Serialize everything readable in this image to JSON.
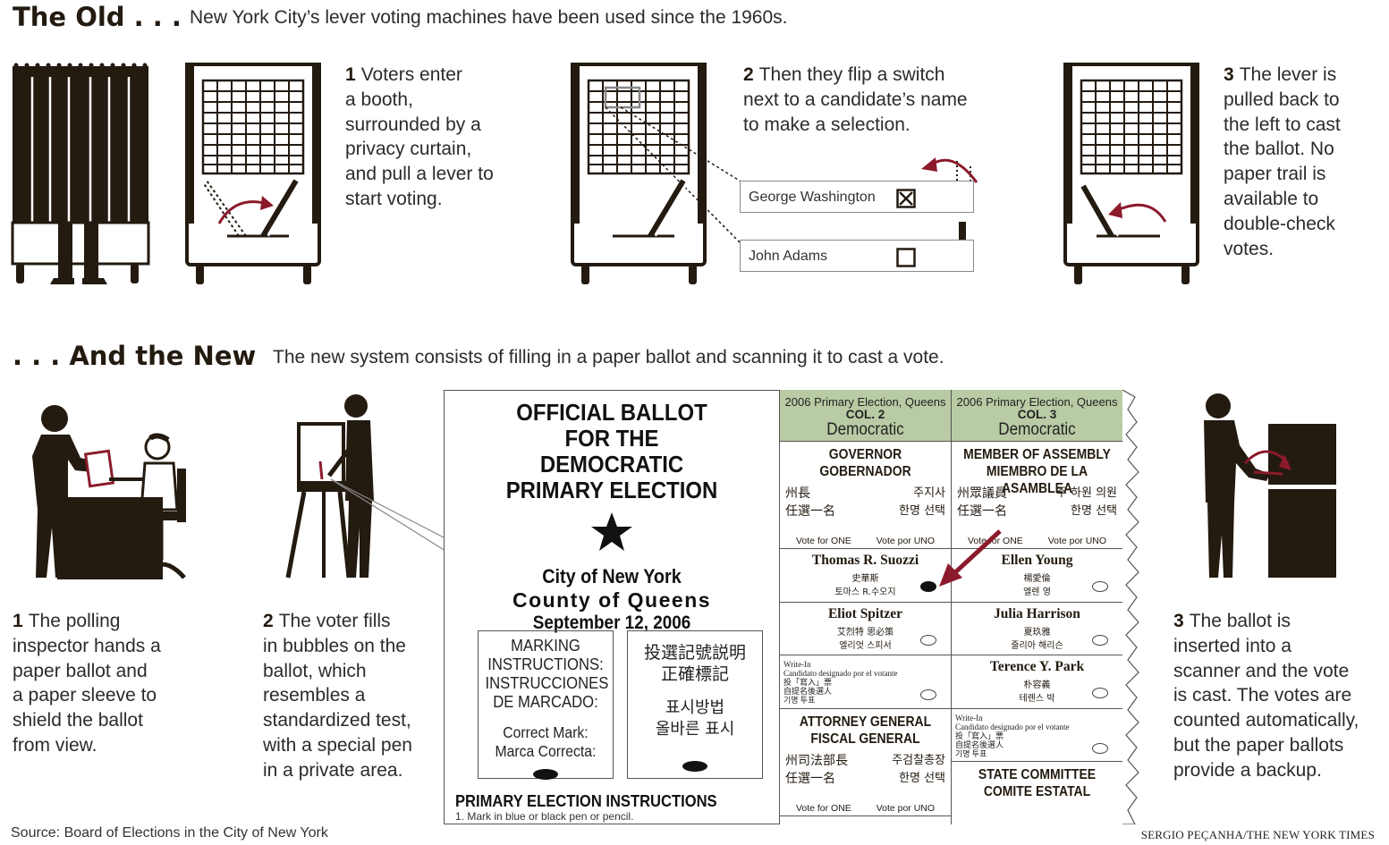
{
  "old": {
    "title": "The Old . . .",
    "subtitle": "New York City’s lever voting machines have been used since the 1960s.",
    "steps": [
      {
        "num": "1",
        "text": "Voters enter a booth, surrounded by a privacy curtain, and pull a lever to start voting.",
        "lines": [
          "Voters enter",
          "a booth,",
          "surrounded by a",
          "privacy curtain,",
          "and pull a lever to",
          "start voting."
        ]
      },
      {
        "num": "2",
        "text": "Then they flip a switch next to a candidate’s name to make a selection.",
        "lines": [
          "Then they flip a switch",
          "next to a candidate’s name",
          "to make a selection."
        ]
      },
      {
        "num": "3",
        "text": "The lever is pulled back to the left to cast the ballot. No paper trail is available to double-check votes.",
        "lines": [
          "The lever is",
          "pulled back to",
          "the left to cast",
          "the ballot. No",
          "paper trail is",
          "available to",
          "double-check",
          "votes."
        ]
      }
    ],
    "switches": [
      {
        "name": "George Washington",
        "state": "selected"
      },
      {
        "name": "John Adams",
        "state": "unselected"
      }
    ]
  },
  "new": {
    "title": ". . . And the New",
    "subtitle": "The new system consists of filling in a paper ballot and scanning it to cast a vote.",
    "steps": [
      {
        "num": "1",
        "lines": [
          "The polling",
          "inspector hands a",
          "paper ballot and",
          "a paper sleeve to",
          "shield the ballot",
          "from view."
        ]
      },
      {
        "num": "2",
        "lines": [
          "The voter fills",
          "in bubbles on the",
          "ballot, which",
          "resembles a",
          "standardized test,",
          "with a special pen",
          "in a private area."
        ]
      },
      {
        "num": "3",
        "lines": [
          "The ballot is",
          "inserted into a",
          "scanner and the vote",
          "is cast. The votes are",
          "counted automatically,",
          "but the paper ballots",
          "provide a backup."
        ]
      }
    ]
  },
  "ballot": {
    "title_lines": [
      "OFFICIAL BALLOT",
      "FOR THE",
      "DEMOCRATIC",
      "PRIMARY ELECTION"
    ],
    "city": "City of New York",
    "county": "County of Queens",
    "date": "September 12, 2006",
    "marking_en": [
      "MARKING",
      "INSTRUCTIONS:",
      "INSTRUCCIONES",
      "DE MARCADO:"
    ],
    "correct_mark": [
      "Correct Mark:",
      "Marca Correcta:"
    ],
    "marking_cn": [
      "投選記號説明",
      "正確標記"
    ],
    "marking_ko": [
      "표시방법",
      "올바른 표시"
    ],
    "instructions_title": "PRIMARY ELECTION INSTRUCTIONS",
    "instructions_text": "1. Mark in blue or black pen or pencil.",
    "columns": [
      {
        "header": [
          "2006 Primary Election, Queens",
          "COL. 2",
          "Democratic"
        ],
        "office": {
          "en": [
            "GOVERNOR",
            "GOBERNADOR"
          ],
          "cn": [
            "州長",
            "任選一名"
          ],
          "ko": [
            "주지사",
            "한명 선택"
          ],
          "vote": [
            "Vote for ONE",
            "Vote por UNO"
          ]
        },
        "candidates": [
          {
            "name": "Thomas R. Suozzi",
            "cn": "史華斯",
            "ko": "토마스 R.수오지",
            "filled": true
          },
          {
            "name": "Eliot Spitzer",
            "cn": "艾烈特 思必策",
            "ko": "엘리엇 스피서",
            "filled": false
          }
        ],
        "writein": [
          "Write-In",
          "Candidato designado por el votante",
          "投「寫入」票",
          "自提名後選人",
          "기명 투표"
        ],
        "office2": {
          "en": [
            "ATTORNEY GENERAL",
            "FISCAL GENERAL"
          ],
          "cn": [
            "州司法部長",
            "任選一名"
          ],
          "ko": [
            "주검찰총장",
            "한명 선택"
          ],
          "vote": [
            "Vote for ONE",
            "Vote por UNO"
          ]
        }
      },
      {
        "header": [
          "2006 Primary Election, Queens",
          "COL. 3",
          "Democratic"
        ],
        "office": {
          "en": [
            "MEMBER OF ASSEMBLY",
            "MIEMBRO DE LA ASAMBLEA"
          ],
          "cn": [
            "州眾議員",
            "任選一名"
          ],
          "ko": [
            "주 하원 의원",
            "한명 선택"
          ],
          "vote": [
            "Vote for ONE",
            "Vote por UNO"
          ]
        },
        "candidates": [
          {
            "name": "Ellen Young",
            "cn": "楊愛倫",
            "ko": "엘렌 영",
            "filled": false
          },
          {
            "name": "Julia Harrison",
            "cn": "夏玖雅",
            "ko": "줄리아 해리슨",
            "filled": false
          },
          {
            "name": "Terence Y. Park",
            "cn": "朴容義",
            "ko": "테렌스 박",
            "filled": false
          }
        ],
        "writein": [
          "Write-In",
          "Candidato designado por el votante",
          "投「寫入」票",
          "自提名後選人",
          "기명 투표"
        ],
        "office2": {
          "en": [
            "STATE COMMITTEE",
            "COMITE ESTATAL"
          ]
        }
      }
    ]
  },
  "footer": {
    "source": "Source: Board of Elections in the City of New York",
    "credit": "SERGIO PEÇANHA/THE NEW YORK TIMES"
  },
  "colors": {
    "ink": "#231a10",
    "accent": "#8b1a2b",
    "ballot_header": "#b9cba4"
  }
}
